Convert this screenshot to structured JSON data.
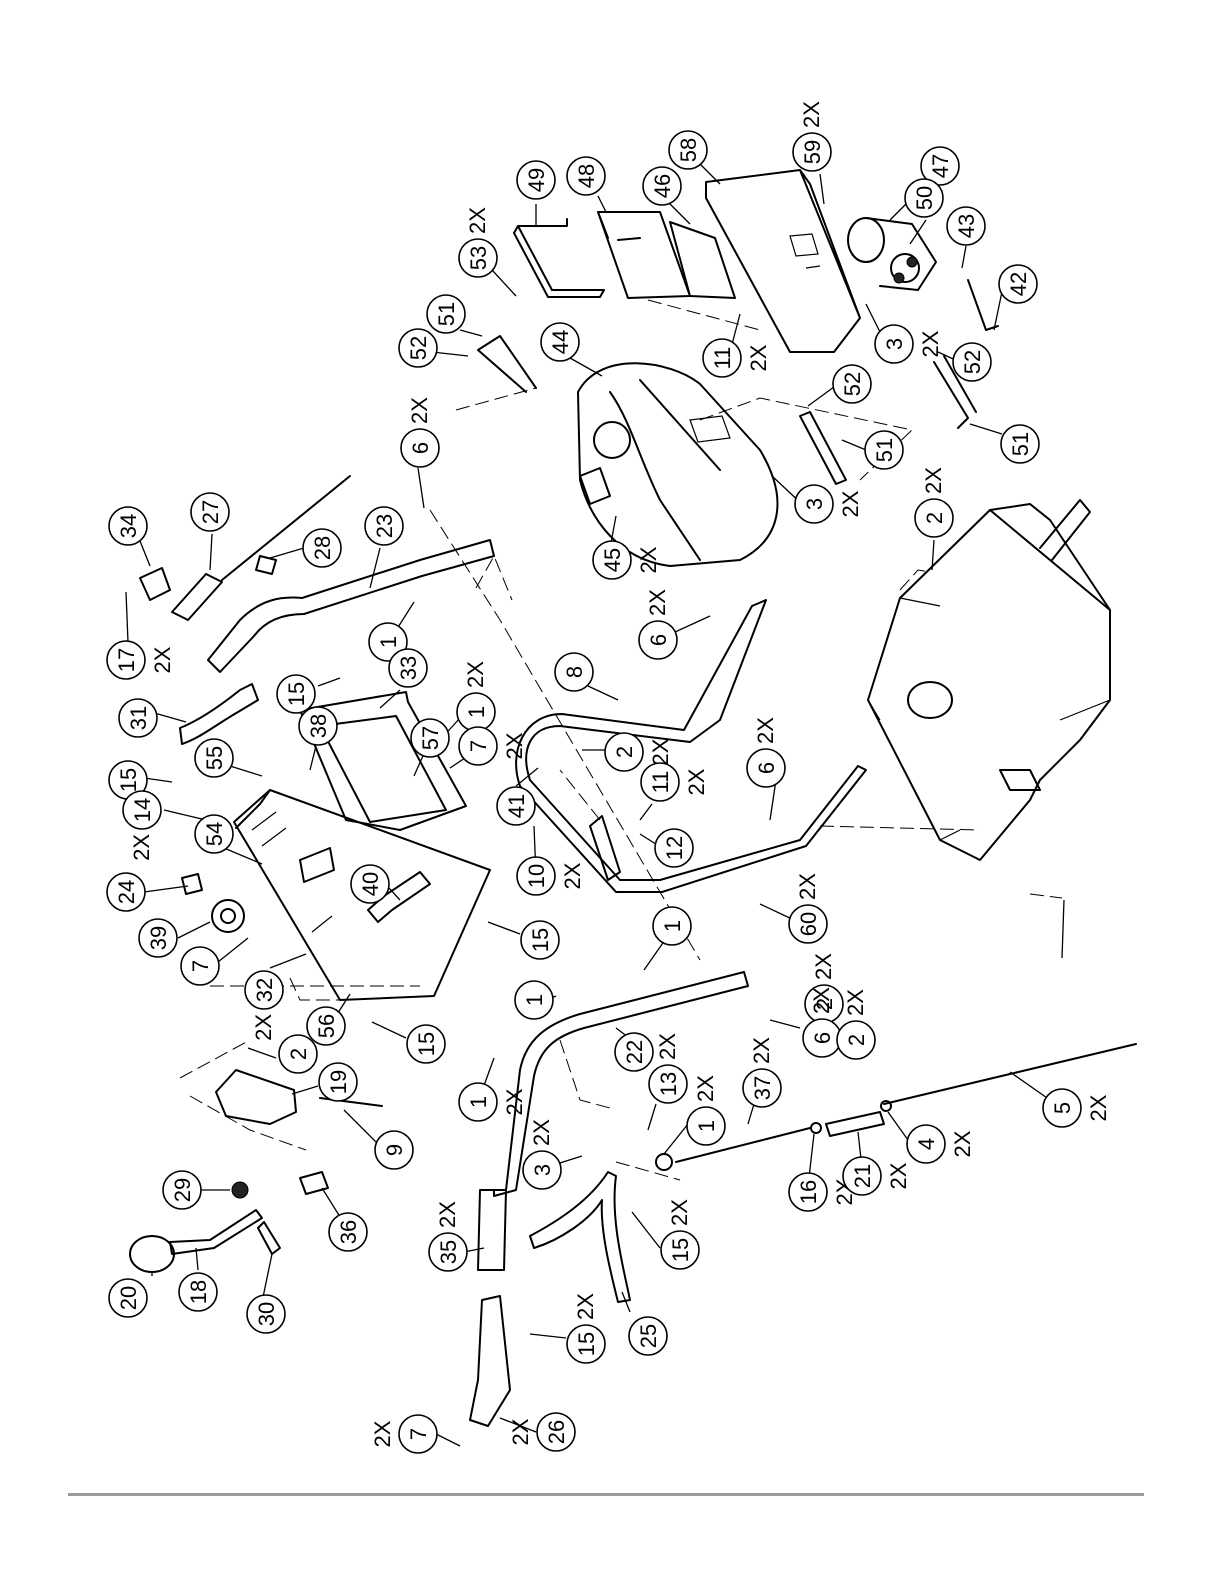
{
  "diagram": {
    "callouts": [
      {
        "id": "c1",
        "label": "49",
        "qty": ""
      },
      {
        "id": "c2",
        "label": "48",
        "qty": ""
      },
      {
        "id": "c3",
        "label": "46",
        "qty": ""
      },
      {
        "id": "c4",
        "label": "58",
        "qty": ""
      },
      {
        "id": "c5",
        "label": "59",
        "qty": "2X"
      },
      {
        "id": "c6",
        "label": "47",
        "qty": ""
      },
      {
        "id": "c7",
        "label": "50",
        "qty": ""
      },
      {
        "id": "c8",
        "label": "43",
        "qty": ""
      },
      {
        "id": "c9",
        "label": "42",
        "qty": ""
      },
      {
        "id": "c10",
        "label": "53",
        "qty": "2X"
      },
      {
        "id": "c11",
        "label": "51",
        "qty": ""
      },
      {
        "id": "c12",
        "label": "52",
        "qty": ""
      },
      {
        "id": "c13",
        "label": "44",
        "qty": ""
      },
      {
        "id": "c14",
        "label": "11",
        "qty": "2X"
      },
      {
        "id": "c15",
        "label": "3",
        "qty": "2X"
      },
      {
        "id": "c16",
        "label": "52",
        "qty": ""
      },
      {
        "id": "c17",
        "label": "52",
        "qty": ""
      },
      {
        "id": "c18",
        "label": "51",
        "qty": ""
      },
      {
        "id": "c19",
        "label": "51",
        "qty": ""
      },
      {
        "id": "c20",
        "label": "3",
        "qty": "2X"
      },
      {
        "id": "c21",
        "label": "6",
        "qty": "2X"
      },
      {
        "id": "c22",
        "label": "34",
        "qty": ""
      },
      {
        "id": "c23",
        "label": "27",
        "qty": ""
      },
      {
        "id": "c24",
        "label": "23",
        "qty": ""
      },
      {
        "id": "c25",
        "label": "28",
        "qty": ""
      },
      {
        "id": "c26",
        "label": "45",
        "qty": "2X"
      },
      {
        "id": "c27",
        "label": "2",
        "qty": "2X"
      },
      {
        "id": "c28",
        "label": "17",
        "qty": "2X"
      },
      {
        "id": "c29",
        "label": "31",
        "qty": ""
      },
      {
        "id": "c30",
        "label": "1",
        "qty": ""
      },
      {
        "id": "c31",
        "label": "15",
        "qty": ""
      },
      {
        "id": "c32",
        "label": "33",
        "qty": ""
      },
      {
        "id": "c33",
        "label": "6",
        "qty": "2X"
      },
      {
        "id": "c34",
        "label": "8",
        "qty": ""
      },
      {
        "id": "c35",
        "label": "1",
        "qty": "2X"
      },
      {
        "id": "c36",
        "label": "15",
        "qty": ""
      },
      {
        "id": "c37",
        "label": "55",
        "qty": ""
      },
      {
        "id": "c38",
        "label": "38",
        "qty": ""
      },
      {
        "id": "c39",
        "label": "57",
        "qty": ""
      },
      {
        "id": "c40",
        "label": "7",
        "qty": "2X"
      },
      {
        "id": "c41",
        "label": "2",
        "qty": "2X"
      },
      {
        "id": "c42",
        "label": "41",
        "qty": ""
      },
      {
        "id": "c43",
        "label": "11",
        "qty": "2X"
      },
      {
        "id": "c44",
        "label": "6",
        "qty": "2X"
      },
      {
        "id": "c45",
        "label": "14",
        "qty": "2X"
      },
      {
        "id": "c46",
        "label": "54",
        "qty": ""
      },
      {
        "id": "c47",
        "label": "24",
        "qty": ""
      },
      {
        "id": "c48",
        "label": "40",
        "qty": ""
      },
      {
        "id": "c49",
        "label": "10",
        "qty": "2X"
      },
      {
        "id": "c50",
        "label": "12",
        "qty": ""
      },
      {
        "id": "c51",
        "label": "39",
        "qty": ""
      },
      {
        "id": "c52",
        "label": "7",
        "qty": ""
      },
      {
        "id": "c53",
        "label": "32",
        "qty": "2X"
      },
      {
        "id": "c54",
        "label": "15",
        "qty": ""
      },
      {
        "id": "c55",
        "label": "60",
        "qty": "2X"
      },
      {
        "id": "c56",
        "label": "1",
        "qty": ""
      },
      {
        "id": "c57",
        "label": "56",
        "qty": ""
      },
      {
        "id": "c58",
        "label": "15",
        "qty": ""
      },
      {
        "id": "c59",
        "label": "2",
        "qty": "2X"
      },
      {
        "id": "c60",
        "label": "1",
        "qty": ""
      },
      {
        "id": "c61",
        "label": "6",
        "qty": "2X"
      },
      {
        "id": "c62",
        "label": "2",
        "qty": "2X"
      },
      {
        "id": "c63",
        "label": "2",
        "qty": ""
      },
      {
        "id": "c64",
        "label": "19",
        "qty": ""
      },
      {
        "id": "c65",
        "label": "9",
        "qty": ""
      },
      {
        "id": "c66",
        "label": "22",
        "qty": ""
      },
      {
        "id": "c67",
        "label": "1",
        "qty": "2X"
      },
      {
        "id": "c68",
        "label": "13",
        "qty": "2X"
      },
      {
        "id": "c69",
        "label": "37",
        "qty": "2X"
      },
      {
        "id": "c70",
        "label": "5",
        "qty": "2X"
      },
      {
        "id": "c71",
        "label": "1",
        "qty": "2X"
      },
      {
        "id": "c72",
        "label": "3",
        "qty": "2X"
      },
      {
        "id": "c73",
        "label": "4",
        "qty": "2X"
      },
      {
        "id": "c74",
        "label": "16",
        "qty": "2X"
      },
      {
        "id": "c75",
        "label": "21",
        "qty": "2X"
      },
      {
        "id": "c76",
        "label": "29",
        "qty": ""
      },
      {
        "id": "c77",
        "label": "36",
        "qty": ""
      },
      {
        "id": "c78",
        "label": "20",
        "qty": ""
      },
      {
        "id": "c79",
        "label": "18",
        "qty": ""
      },
      {
        "id": "c80",
        "label": "30",
        "qty": ""
      },
      {
        "id": "c81",
        "label": "35",
        "qty": "2X"
      },
      {
        "id": "c82",
        "label": "15",
        "qty": "2X"
      },
      {
        "id": "c83",
        "label": "25",
        "qty": ""
      },
      {
        "id": "c84",
        "label": "15",
        "qty": "2X"
      },
      {
        "id": "c85",
        "label": "7",
        "qty": "2X"
      },
      {
        "id": "c86",
        "label": "26",
        "qty": "2X"
      }
    ]
  }
}
